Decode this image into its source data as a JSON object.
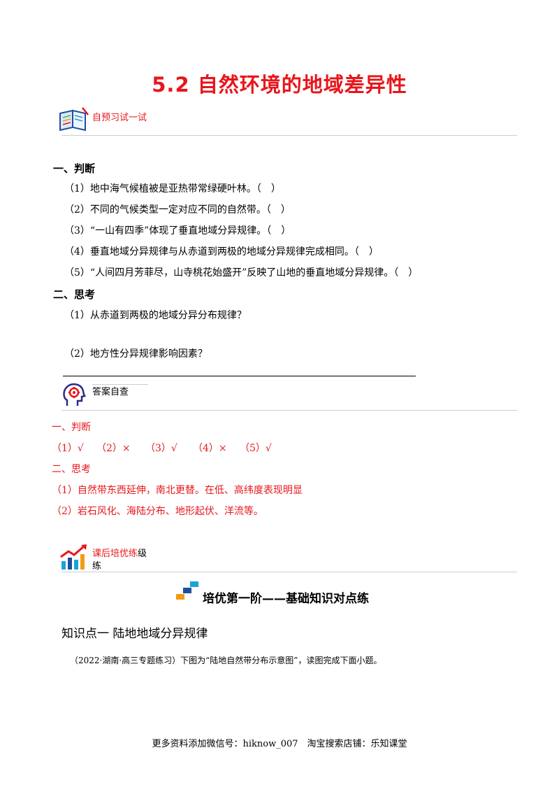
{
  "title": "5.2 自然环境的地域差异性",
  "preview": {
    "label": "自预习试一试"
  },
  "part1": {
    "heading": "一、判断",
    "items": [
      "（1）地中海气候植被是亚热带常绿硬叶林。（　）",
      "（2）不同的气候类型一定对应不同的自然带。（　）",
      "（3）“一山有四季”体现了垂直地域分异规律。（　）",
      "（4）垂直地域分异规律与从赤道到两极的地域分异规律完成相同。（　）",
      "（5）“人间四月芳菲尽，山寺桃花始盛开”反映了山地的垂直地域分异规律。（　）"
    ]
  },
  "part2": {
    "heading": "二、思考",
    "items": [
      "（1）从赤道到两极的地域分异分布规律？",
      "（2）地方性分异规律影响因素？"
    ]
  },
  "answers": {
    "label": "答案自查",
    "h1": "一、判断",
    "judge": [
      "（1）√",
      "（2）×",
      "（3）√",
      "（4）×",
      "（5）√"
    ],
    "h2": "二、思考",
    "think": [
      "（1）自然带东西延伸，南北更替。在低、高纬度表现明显",
      "（2）岩石风化、海陆分布、地形起伏、洋流等。"
    ]
  },
  "practice": {
    "label_red": "课后培优练",
    "label_black_1": "级",
    "label_black_2": "练",
    "stage_title": "培优第一阶——基础知识对点练",
    "knowledge_point": "知识点一 陆地地域分异规律",
    "intro": "（2022·湖南·高三专题练习）下图为“陆地自然带分布示意图”，读图完成下面小题。"
  },
  "footer": "更多资料添加微信号：hiknow_007　淘宝搜索店铺：乐知课堂",
  "colors": {
    "accent_red": "#e8161b",
    "rule": "#c6cfdd",
    "icon_blue": "#1e4f9c",
    "icon_cyan": "#1aa3d8"
  }
}
